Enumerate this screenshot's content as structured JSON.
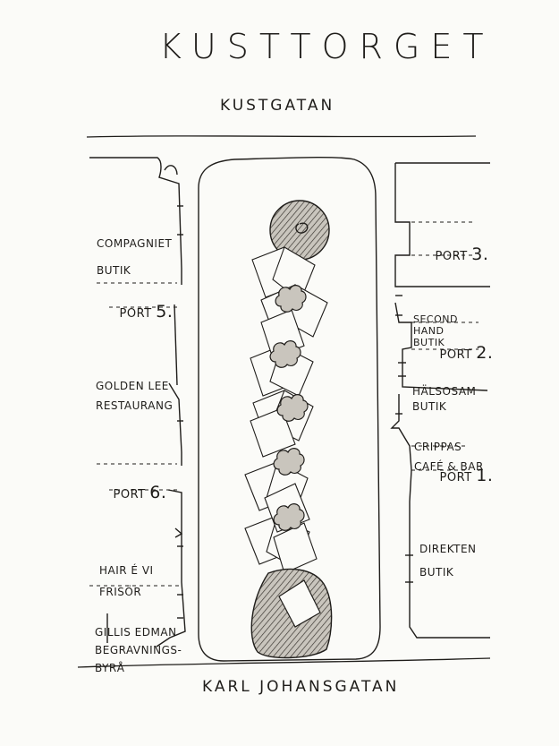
{
  "title": "KUSTTORGET",
  "streets": {
    "top": "KUSTGATAN",
    "bottom": "KARL JOHANSGATAN"
  },
  "left_side": [
    {
      "line1": "COMPAGNIET",
      "line2": "BUTIK"
    },
    {
      "port": "PORT",
      "num": "5."
    },
    {
      "line1": "GOLDEN LEE",
      "line2": "RESTAURANG"
    },
    {
      "port": "PORT",
      "num": "6."
    },
    {
      "line1": "HAIR É VI",
      "line2": "FRISÖR"
    },
    {
      "line1": "GILLIS EDMAN",
      "line2": "BEGRAVNINGS-",
      "line3": "BYRÅ"
    }
  ],
  "right_side": [
    {
      "port": "PORT",
      "num": "3."
    },
    {
      "line1": "SECOND",
      "line2": "HAND",
      "line3": "BUTIK"
    },
    {
      "port": "PORT",
      "num": "2."
    },
    {
      "line1": "HÄLSOSAM",
      "line2": "BUTIK"
    },
    {
      "line1": "CRIPPAS",
      "line2": "CAFÉ & BAR"
    },
    {
      "port": "PORT",
      "num": "1."
    },
    {
      "line1": "DIREKTEN",
      "line2": "BUTIK"
    }
  ],
  "colors": {
    "ink": "#1f1d1a",
    "paper": "#fbfbf8",
    "tree_fill": "#c9c5bd",
    "hatch": "#3a3631"
  },
  "icons": [
    "fountain-icon",
    "tree-icon",
    "monument-icon"
  ]
}
